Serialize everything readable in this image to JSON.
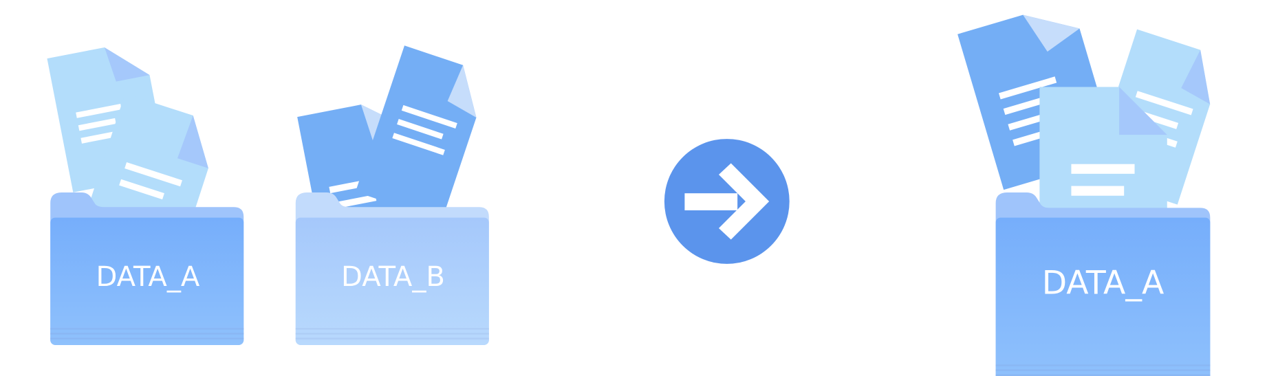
{
  "folders": {
    "source_a": {
      "label": "DATA_A"
    },
    "source_b": {
      "label": "DATA_B"
    },
    "result": {
      "label": "DATA_A"
    }
  },
  "arrow": {
    "icon": "arrow-right-icon"
  },
  "colors": {
    "doc_light": "#b3ddfb",
    "doc_dark": "#74aef5",
    "fold_light": "#a5c8fb",
    "fold_dark": "#c6ddfb",
    "folder_a_back": "#9fc4fb",
    "folder_a_front": "#7db3fc",
    "folder_b_back": "#c2dbfc",
    "folder_b_front": "#a9cbfb",
    "arrow_circle": "#5b94ec"
  }
}
